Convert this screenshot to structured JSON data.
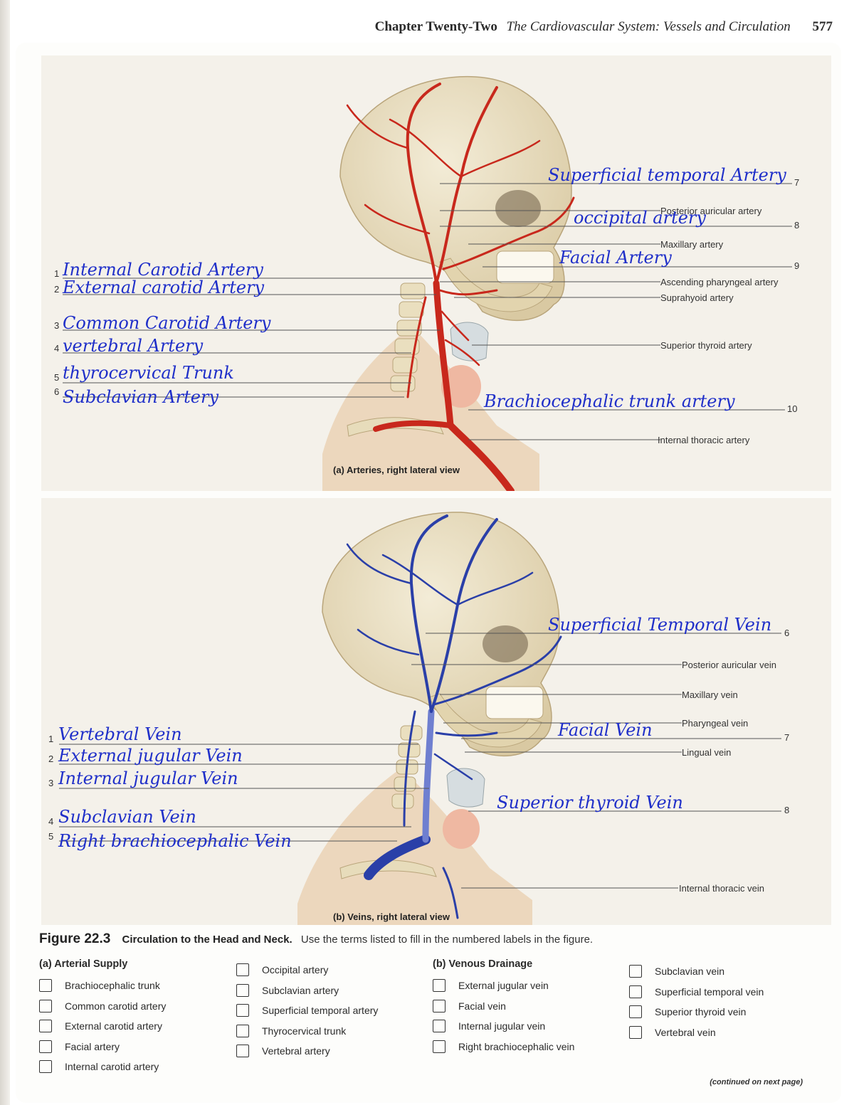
{
  "header": {
    "chapter": "Chapter Twenty-Two",
    "title": "The Cardiovascular System: Vessels and Circulation",
    "page_number": "577"
  },
  "figure_a": {
    "caption": "(a) Arteries, right lateral view",
    "left_labels": [
      {
        "number": "1",
        "handwritten": "Internal Carotid Artery"
      },
      {
        "number": "2",
        "handwritten": "External carotid Artery"
      },
      {
        "number": "3",
        "handwritten": "Common Carotid Artery"
      },
      {
        "number": "4",
        "handwritten": "vertebral Artery"
      },
      {
        "number": "5",
        "handwritten": "thyrocervical Trunk"
      },
      {
        "number": "6",
        "handwritten": "Subclavian Artery"
      }
    ],
    "right_labels": [
      {
        "number": "7",
        "handwritten": "Superficial temporal Artery"
      },
      {
        "printed": "Posterior auricular artery"
      },
      {
        "number": "8",
        "handwritten": "occipital artery"
      },
      {
        "printed": "Maxillary artery"
      },
      {
        "number": "9",
        "handwritten": "Facial Artery"
      },
      {
        "printed": "Ascending pharyngeal artery"
      },
      {
        "printed": "Suprahyoid artery"
      },
      {
        "printed": "Superior thyroid artery"
      },
      {
        "number": "10",
        "handwritten": "Brachiocephalic trunk artery"
      },
      {
        "printed": "Internal thoracic artery"
      }
    ]
  },
  "figure_b": {
    "caption": "(b) Veins, right lateral view",
    "left_labels": [
      {
        "number": "1",
        "handwritten": "Vertebral Vein"
      },
      {
        "number": "2",
        "handwritten": "External jugular Vein"
      },
      {
        "number": "3",
        "handwritten": "Internal jugular Vein"
      },
      {
        "number": "4",
        "handwritten": "Subclavian Vein"
      },
      {
        "number": "5",
        "handwritten": "Right brachiocephalic Vein"
      }
    ],
    "right_labels": [
      {
        "number": "6",
        "handwritten": "Superficial Temporal Vein"
      },
      {
        "printed": "Posterior auricular vein"
      },
      {
        "printed": "Maxillary vein"
      },
      {
        "printed": "Pharyngeal vein"
      },
      {
        "number": "7",
        "handwritten": "Facial Vein"
      },
      {
        "printed": "Lingual vein"
      },
      {
        "number": "8",
        "handwritten": "Superior thyroid Vein"
      },
      {
        "printed": "Internal thoracic vein"
      }
    ]
  },
  "figure_caption": {
    "number": "Figure 22.3",
    "title": "Circulation to the Head and Neck.",
    "instruction": "Use the terms listed to fill in the numbered labels in the figure."
  },
  "terms": {
    "arterial": {
      "heading": "(a) Arterial Supply",
      "col1": [
        "Brachiocephalic trunk",
        "Common carotid artery",
        "External carotid artery",
        "Facial artery",
        "Internal carotid artery"
      ],
      "col2": [
        "Occipital artery",
        "Subclavian artery",
        "Superficial temporal artery",
        "Thyrocervical trunk",
        "Vertebral artery"
      ]
    },
    "venous": {
      "heading": "(b) Venous Drainage",
      "col1": [
        "External jugular vein",
        "Facial vein",
        "Internal jugular vein",
        "Right brachiocephalic vein"
      ],
      "col2": [
        "Subclavian vein",
        "Superficial temporal vein",
        "Superior thyroid vein",
        "Vertebral vein"
      ]
    }
  },
  "footer": {
    "continued": "(continued on next page)"
  },
  "colors": {
    "artery": "#c8281c",
    "vein": "#2a3fa8",
    "handwriting": "#1f2fc9",
    "bone": "#e9dfc2"
  }
}
